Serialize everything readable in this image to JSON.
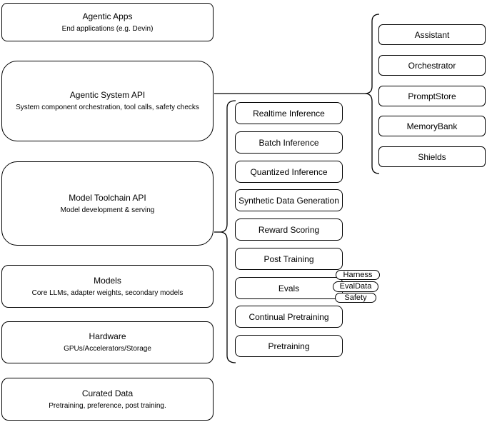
{
  "diagram": {
    "stack": [
      {
        "title": "Agentic Apps",
        "subtitle": "End applications (e.g. Devin)"
      },
      {
        "title": "Agentic System API",
        "subtitle": "System component orchestration, tool calls, safety checks"
      },
      {
        "title": "Model Toolchain API",
        "subtitle": "Model development & serving"
      },
      {
        "title": "Models",
        "subtitle": "Core LLMs, adapter weights, secondary models"
      },
      {
        "title": "Hardware",
        "subtitle": "GPUs/Accelerators/Storage"
      },
      {
        "title": "Curated Data",
        "subtitle": "Pretraining, preference, post training."
      }
    ],
    "toolchain_items": [
      "Realtime Inference",
      "Batch Inference",
      "Quantized Inference",
      "Synthetic Data Generation",
      "Reward Scoring",
      "Post Training",
      "Evals",
      "Continual Pretraining",
      "Pretraining"
    ],
    "evals_badges": [
      "Harness",
      "EvalData",
      "Safety"
    ],
    "system_items": [
      "Assistant",
      "Orchestrator",
      "PromptStore",
      "MemoryBank",
      "Shields"
    ],
    "colors": {
      "stroke": "#000000",
      "fill": "#ffffff",
      "text": "#000000",
      "canvas": "#ffffff"
    }
  }
}
